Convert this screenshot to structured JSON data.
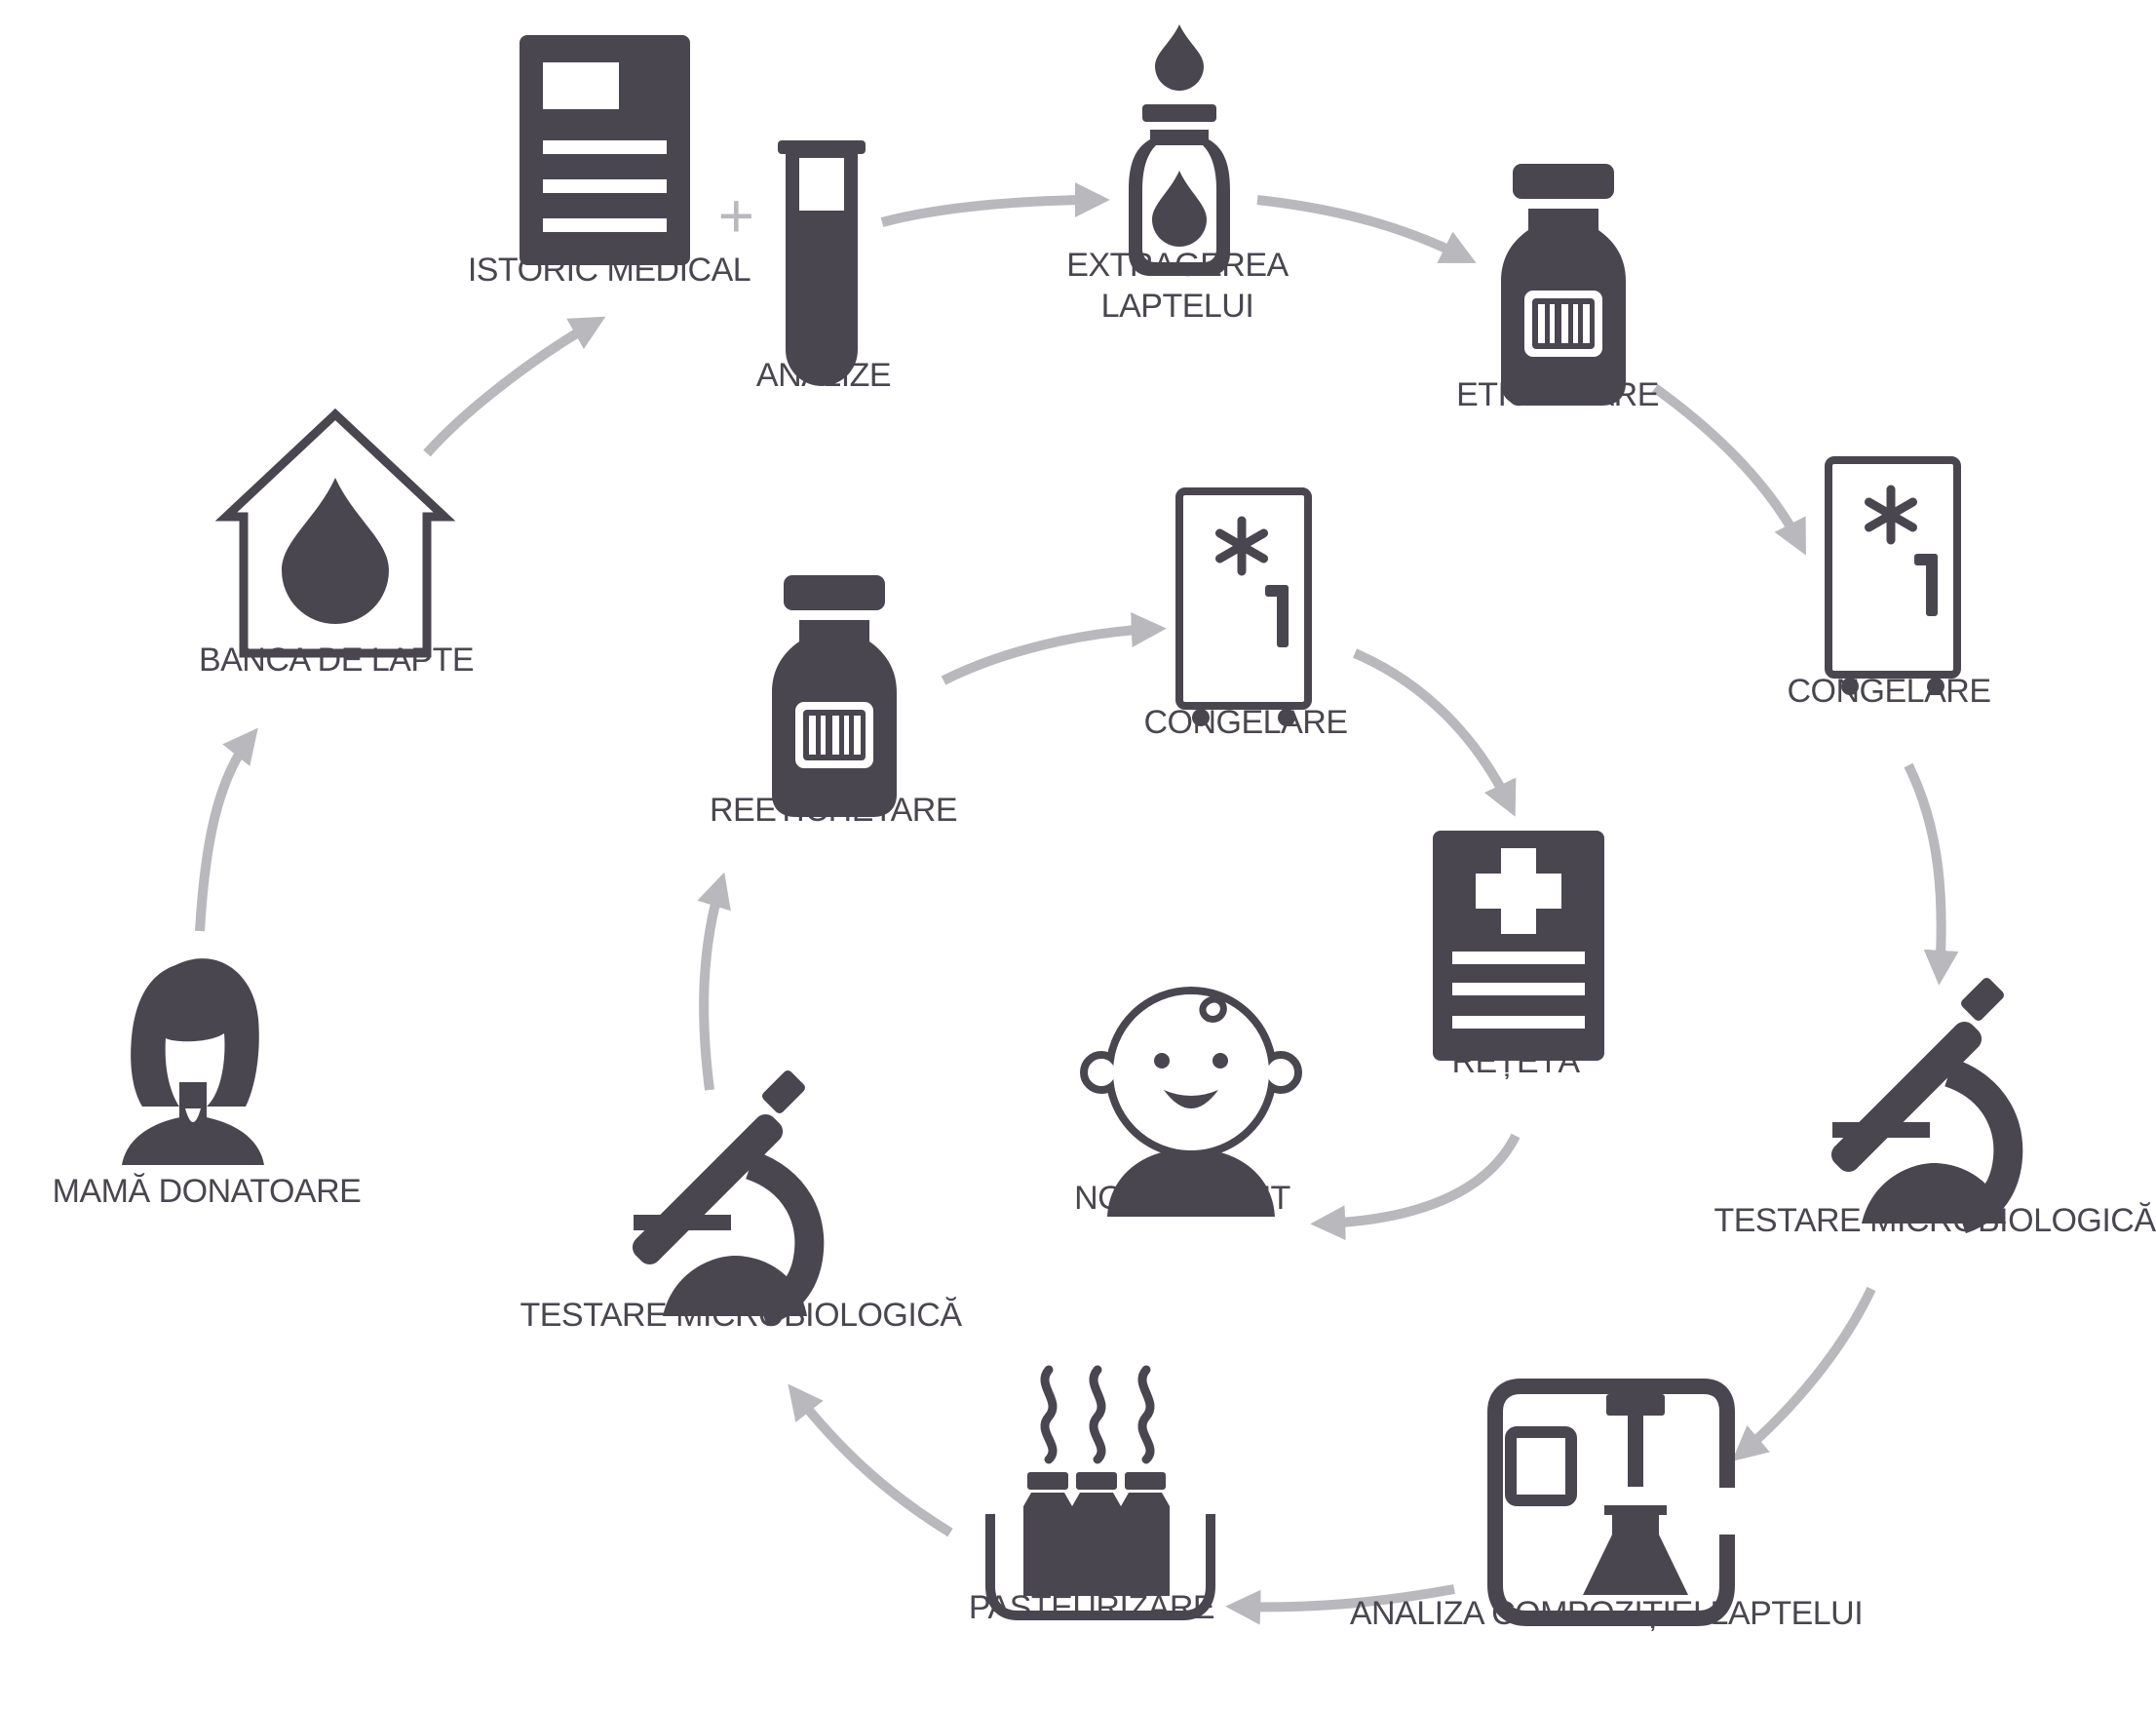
{
  "diagram": {
    "title": "",
    "colors": {
      "icon": "#4a4650",
      "arrow": "#b9b8bd",
      "background": "#ffffff"
    },
    "steps": [
      {
        "id": "mama",
        "icon": "woman-icon",
        "lines": [
          "MAMĂ DONATOARE"
        ]
      },
      {
        "id": "banca",
        "icon": "house-drop-icon",
        "lines": [
          "BANCA DE LAPTE"
        ]
      },
      {
        "id": "istoric",
        "icon": "document-icon",
        "lines": [
          "ISTORIC MEDICAL"
        ]
      },
      {
        "id": "analize",
        "icon": "test-tube-icon",
        "lines": [
          "ANALIZE"
        ]
      },
      {
        "id": "extragerea",
        "icon": "milk-bottle-drop-icon",
        "lines": [
          "EXTRAGEREA",
          "LAPTELUI"
        ]
      },
      {
        "id": "etichetare",
        "icon": "barcode-bottle-icon",
        "lines": [
          "ETICHETARE"
        ]
      },
      {
        "id": "congelare1",
        "icon": "freezer-icon",
        "lines": [
          "CONGELARE"
        ]
      },
      {
        "id": "testare1",
        "icon": "microscope-icon",
        "lines": [
          "TESTARE MICROBIOLOGICĂ"
        ]
      },
      {
        "id": "analiza",
        "icon": "analyzer-flask-icon",
        "lines": [
          "ANALIZA COMPOZIȚIEI LAPTELUI"
        ]
      },
      {
        "id": "pasteurizare",
        "icon": "pasteurizer-icon",
        "lines": [
          "PASTEURIZARE"
        ]
      },
      {
        "id": "testare2",
        "icon": "microscope-icon",
        "lines": [
          "TESTARE MICROBIOLOGICĂ"
        ]
      },
      {
        "id": "reetichetare",
        "icon": "barcode-bottle-icon",
        "lines": [
          "REETICHETARE"
        ]
      },
      {
        "id": "congelare2",
        "icon": "freezer-icon",
        "lines": [
          "CONGELARE"
        ]
      },
      {
        "id": "reteta",
        "icon": "prescription-icon",
        "lines": [
          "REȚETĂ"
        ]
      },
      {
        "id": "nou",
        "icon": "baby-icon",
        "lines": [
          "NOU-NĂSCUT"
        ]
      }
    ],
    "plus_symbol": "+"
  }
}
